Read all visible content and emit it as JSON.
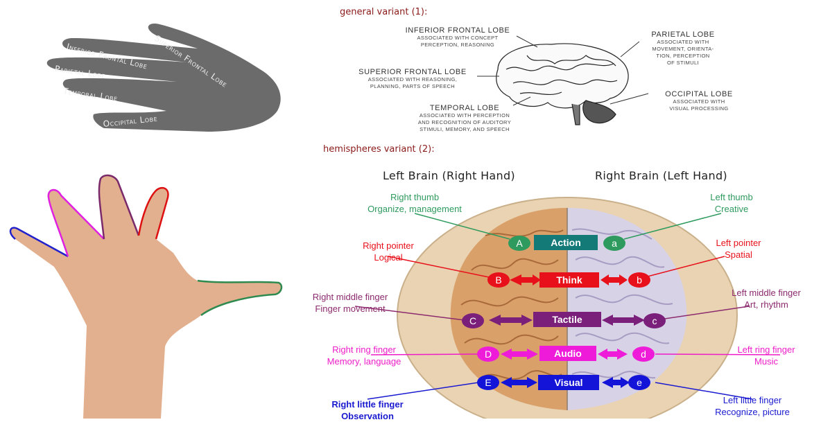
{
  "top_left_hand": {
    "labels": [
      "Superior Frontal Lobe",
      "Inferior Frontal Lobe",
      "Parietal Lobe",
      "Temporal Lobe",
      "Occipital Lobe"
    ]
  },
  "general_variant": {
    "heading": "general variant (1):",
    "lobes": {
      "inferior_frontal": {
        "title": "Inferior Frontal Lobe",
        "desc": [
          "associated with concept",
          "perception, reasoning"
        ]
      },
      "superior_frontal": {
        "title": "Superior Frontal Lobe",
        "desc": [
          "associated with reasoning,",
          "planning, parts of speech"
        ]
      },
      "temporal": {
        "title": "Temporal Lobe",
        "desc": [
          "associated with perception",
          "and recognition of auditory",
          "stimuli, memory, and speech"
        ]
      },
      "parietal": {
        "title": "Parietal Lobe",
        "desc": [
          "associated with",
          "movement, orienta-",
          "tion, perception",
          "of stimuli"
        ]
      },
      "occipital": {
        "title": "Occipital Lobe",
        "desc": [
          "associated with",
          "visual processing"
        ]
      }
    }
  },
  "hemispheres_variant": {
    "heading": "hemispheres variant (2):",
    "left_title": "Left Brain (Right Hand)",
    "right_title": "Right Brain (Left Hand)",
    "rows": [
      {
        "box": "Action",
        "left_letter": "A",
        "right_letter": "a",
        "left_lines": [
          "Right thumb",
          "Organize, management"
        ],
        "right_lines": [
          "Left thumb",
          "Creative"
        ],
        "color": "#2e9a5e",
        "box_color": "#137a78"
      },
      {
        "box": "Think",
        "left_letter": "B",
        "right_letter": "b",
        "left_lines": [
          "Right pointer",
          "Logical"
        ],
        "right_lines": [
          "Left pointer",
          "Spatial"
        ],
        "color": "#e8101a",
        "box_color": "#e8101a"
      },
      {
        "box": "Tactile",
        "left_letter": "C",
        "right_letter": "c",
        "left_lines": [
          "Right middle finger",
          "Finger movement"
        ],
        "right_lines": [
          "Left middle finger",
          "Art, rhythm"
        ],
        "color": "#8c2a6e",
        "box_color": "#7a1f7a"
      },
      {
        "box": "Audio",
        "left_letter": "D",
        "right_letter": "d",
        "left_lines": [
          "Right ring finger",
          "Memory, language"
        ],
        "right_lines": [
          "Left ring finger",
          "Music"
        ],
        "color": "#ee1cc8",
        "box_color": "#ee1cd8"
      },
      {
        "box": "Visual",
        "left_letter": "E",
        "right_letter": "e",
        "left_lines": [
          "Right little finger",
          "Observation"
        ],
        "right_lines": [
          "Left little finger",
          "Recognize, picture"
        ],
        "color": "#1a1ad0",
        "box_color": "#1414d8"
      }
    ]
  },
  "colors": {
    "heading": "#8b1a1a",
    "hand_gray": "#6b6b6b",
    "skin": "#e6b596",
    "brain_left": "#d9a06a",
    "brain_right": "#d8d2e6"
  }
}
